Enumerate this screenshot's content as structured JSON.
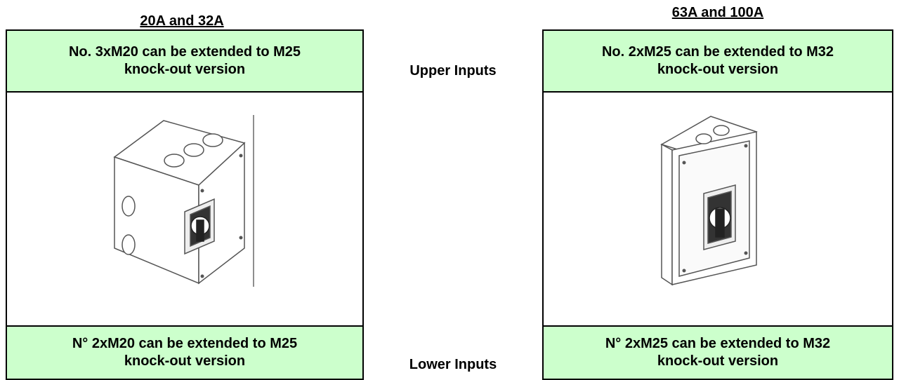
{
  "left_column": {
    "heading": "20A and 32A",
    "upper_text": [
      "No. 3xM20 can be extended to M25",
      "knock-out version"
    ],
    "lower_text": [
      "N° 2xM20 can be extended to M25",
      "knock-out version"
    ]
  },
  "right_column": {
    "heading": "63A and 100A",
    "upper_text": [
      "No. 2xM25 can be extended to M32",
      "knock-out version"
    ],
    "lower_text": [
      "N° 2xM25 can be extended to M32",
      "knock-out version"
    ]
  },
  "middle": {
    "upper_label": "Upper Inputs",
    "lower_label": "Lower Inputs"
  },
  "colors": {
    "cell_background": "#ccffcc",
    "border": "#000000"
  }
}
